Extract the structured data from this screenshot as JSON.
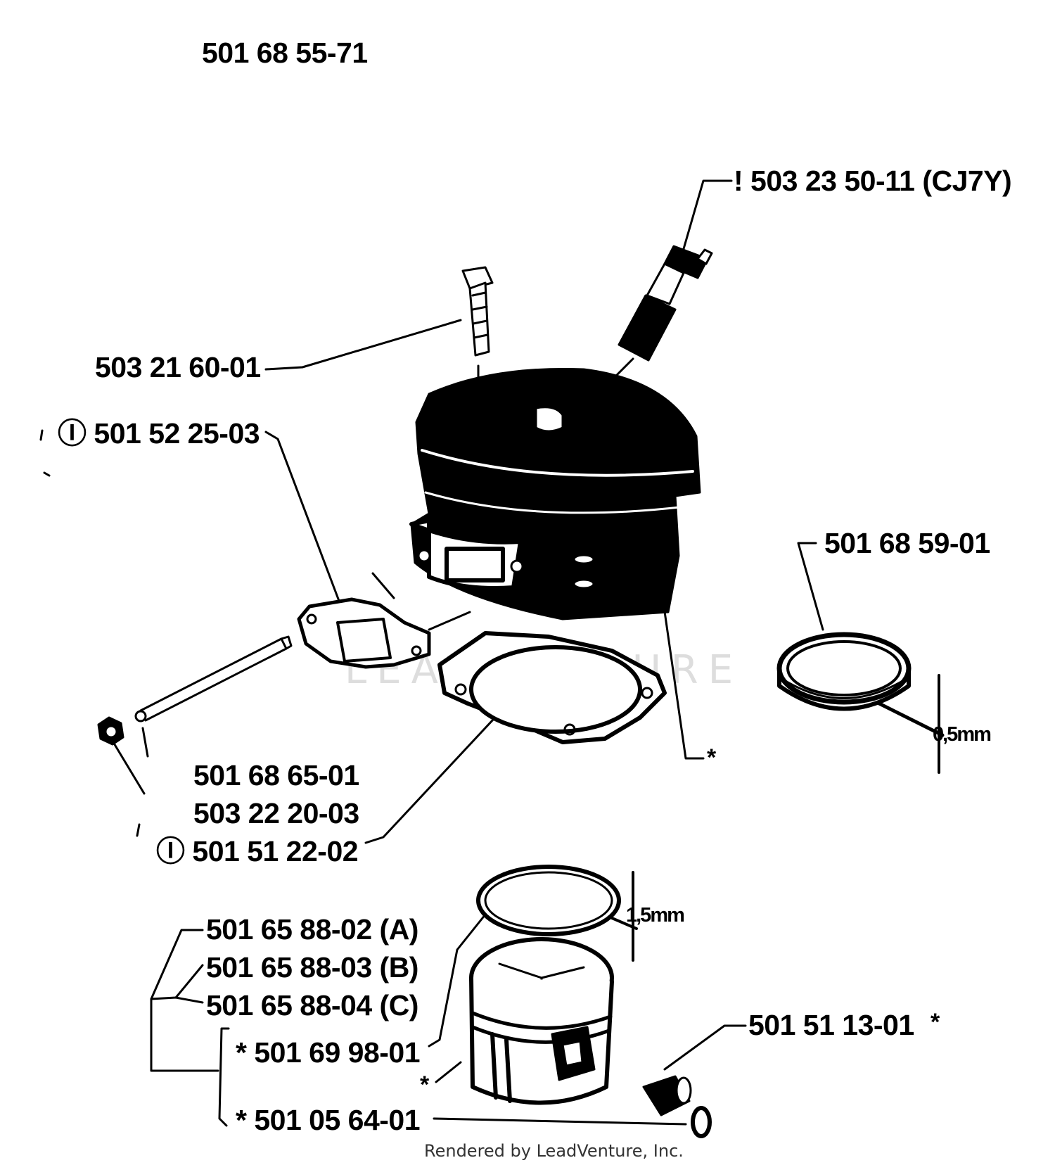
{
  "diagram": {
    "assembly_number": "501 68 55-71",
    "parts": {
      "spark_plug": "! 503 23 50-11 (CJ7Y)",
      "screw": "503 21 60-01",
      "exhaust_gasket": "Ⓘ 501 52 25-03",
      "cylinder_ring": "501 68 59-01",
      "ring_dim": "0,5mm",
      "cylinder_asterisk": "*",
      "base_gasket_1": "501 68 65-01",
      "base_gasket_2": "503 22 20-03",
      "base_gasket_3": "Ⓘ 501 51 22-02",
      "piston_ring_dim": "1,5mm",
      "piston_a": "501 65 88-02 (A)",
      "piston_b": "501 65 88-03 (B)",
      "piston_c": "501 65 88-04 (C)",
      "piston_ring": "* 501 69 98-01",
      "piston_asterisk": "*",
      "piston_pin": "501 51 13-01",
      "piston_pin_asterisk": "*",
      "circlip": "* 501 05 64-01"
    },
    "watermark": "LEADVENTURE",
    "footer": "Rendered by LeadVenture, Inc."
  },
  "colors": {
    "ink": "#000000",
    "paper": "#ffffff",
    "watermark": "#dddddd"
  }
}
